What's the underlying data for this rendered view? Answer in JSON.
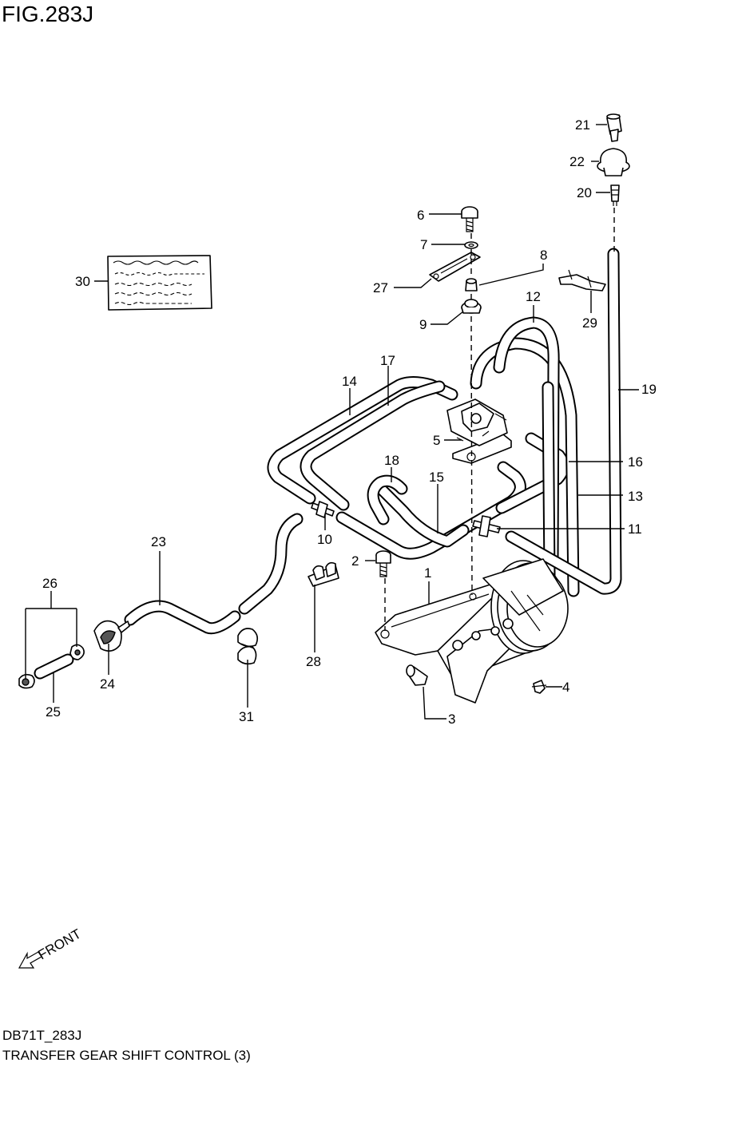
{
  "figure": {
    "title": "FIG.283J",
    "code": "DB71T_283J",
    "name": "TRANSFER GEAR SHIFT CONTROL (3)",
    "front_label": "FRONT"
  },
  "callouts": [
    {
      "id": "c1",
      "label": "1"
    },
    {
      "id": "c2",
      "label": "2"
    },
    {
      "id": "c3",
      "label": "3"
    },
    {
      "id": "c4",
      "label": "4"
    },
    {
      "id": "c5",
      "label": "5"
    },
    {
      "id": "c6",
      "label": "6"
    },
    {
      "id": "c7",
      "label": "7"
    },
    {
      "id": "c8",
      "label": "8"
    },
    {
      "id": "c9",
      "label": "9"
    },
    {
      "id": "c10",
      "label": "10"
    },
    {
      "id": "c11",
      "label": "11"
    },
    {
      "id": "c12",
      "label": "12"
    },
    {
      "id": "c13",
      "label": "13"
    },
    {
      "id": "c14",
      "label": "14"
    },
    {
      "id": "c15",
      "label": "15"
    },
    {
      "id": "c16",
      "label": "16"
    },
    {
      "id": "c17",
      "label": "17"
    },
    {
      "id": "c18",
      "label": "18"
    },
    {
      "id": "c19",
      "label": "19"
    },
    {
      "id": "c20",
      "label": "20"
    },
    {
      "id": "c21",
      "label": "21"
    },
    {
      "id": "c22",
      "label": "22"
    },
    {
      "id": "c23",
      "label": "23"
    },
    {
      "id": "c24",
      "label": "24"
    },
    {
      "id": "c25",
      "label": "25"
    },
    {
      "id": "c26",
      "label": "26"
    },
    {
      "id": "c27",
      "label": "27"
    },
    {
      "id": "c28",
      "label": "28"
    },
    {
      "id": "c29",
      "label": "29"
    },
    {
      "id": "c30",
      "label": "30"
    },
    {
      "id": "c31",
      "label": "31"
    }
  ]
}
